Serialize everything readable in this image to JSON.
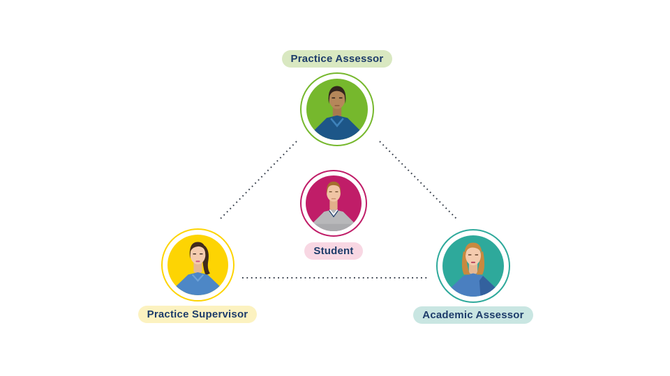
{
  "diagram": {
    "description": "Triangle relationship diagram between nursing education roles",
    "colors": {
      "background": "#ffffff",
      "text_navy": "#1d3c6a",
      "connector_dots": "#39414d"
    },
    "nodes": [
      {
        "id": "practice-assessor",
        "label": "Practice Assessor",
        "color": "#76b82d",
        "label_bg": "#d9e8c1",
        "label_position": "above",
        "avatar": "man-dark-hair-blue-shirt"
      },
      {
        "id": "student",
        "label": "Student",
        "color": "#c01d68",
        "label_bg": "#f8d7e3",
        "label_position": "below",
        "avatar": "man-brown-hair-grey-sweater"
      },
      {
        "id": "practice-supervisor",
        "label": "Practice Supervisor",
        "color": "#fdd403",
        "label_bg": "#fcf2c0",
        "label_position": "below",
        "avatar": "woman-dark-ponytail-blue-top"
      },
      {
        "id": "academic-assessor",
        "label": "Academic Assessor",
        "color": "#2ea99b",
        "label_bg": "#c9e6e2",
        "label_position": "below",
        "avatar": "woman-ginger-hair-blue-top"
      }
    ],
    "connections": [
      {
        "from": "practice-assessor",
        "to": "practice-supervisor",
        "style": "dotted"
      },
      {
        "from": "practice-assessor",
        "to": "academic-assessor",
        "style": "dotted"
      },
      {
        "from": "practice-supervisor",
        "to": "academic-assessor",
        "style": "dotted"
      }
    ]
  }
}
